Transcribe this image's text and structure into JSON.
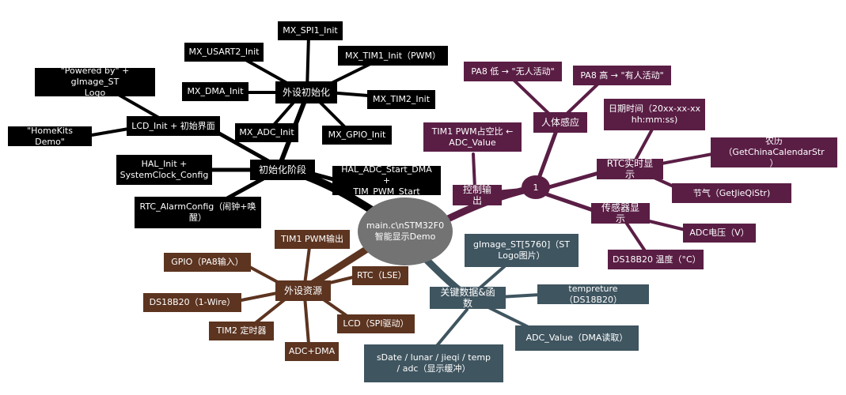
{
  "colors": {
    "init": "#000000",
    "output": "#5a1e45",
    "resource": "#5c3420",
    "data": "#3f5560",
    "root": "#737373"
  },
  "root": {
    "line1": "main.c\\nSTM32F0",
    "line2": "智能显示Demo"
  },
  "hub_number": "1",
  "init": {
    "hub": "初始化阶段",
    "lcd": "LCD_Init + 初始界面",
    "powered": "\"Powered by\" + gImage_ST\nLogo",
    "homekits": "\"HomeKits Demo\"",
    "hal_init": "HAL_Init +\nSystemClock_Config",
    "rtc_alarm": "RTC_AlarmConfig（闹钟+唤\n醒）",
    "hal_adc": "HAL_ADC_Start_DMA +\nTIM_PWM_Start",
    "periph": {
      "hub": "外设初始化",
      "spi1": "MX_SPI1_Init",
      "usart2": "MX_USART2_Init",
      "tim1": "MX_TIM1_Init（PWM）",
      "dma": "MX_DMA_Init",
      "tim2": "MX_TIM2_Init",
      "adc": "MX_ADC_Init",
      "gpio": "MX_GPIO_Init"
    }
  },
  "output": {
    "control": "控制输出",
    "tim1_pwm": "TIM1 PWM占空比 ←\nADC_Value",
    "human": "人体感应",
    "pa8_low": "PA8 低 → \"无人活动\"",
    "pa8_high": "PA8 高 → \"有人活动\"",
    "rtc": "RTC实时显示",
    "datetime": "日期时间（20xx-xx-xx\nhh:mm:ss)",
    "lunar": "农历（GetChinaCalendarStr\n）",
    "jieqi": "节气（GetJieQiStr)",
    "sensor": "传感器显示",
    "adc_v": "ADC电压（V）",
    "ds18b20_temp": "DS18B20 温度（°C）"
  },
  "resources": {
    "hub": "外设资源",
    "tim1": "TIM1 PWM输出",
    "gpio": "GPIO（PA8输入）",
    "rtc": "RTC（LSE）",
    "ds18b20": "DS18B20（1-Wire）",
    "lcd": "LCD（SPI驱动）",
    "tim2": "TIM2 定时器",
    "adc": "ADC+DMA"
  },
  "data": {
    "hub": "关键数据&函数",
    "gimage": "gImage_ST[5760]（ST\nLogo图片）",
    "tempreture": "tempreture（DS18B20）",
    "adc_value": "ADC_Value（DMA读取）",
    "buffers": "sDate / lunar / jieqi / temp\n/ adc（显示缓冲）"
  }
}
